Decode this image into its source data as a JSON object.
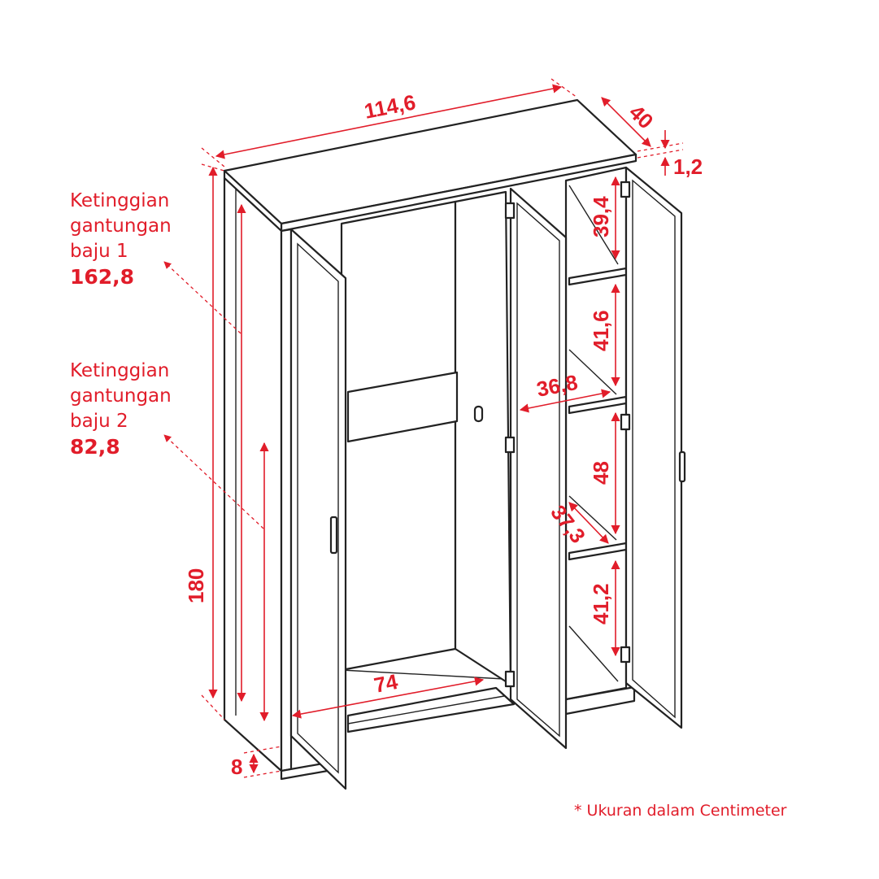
{
  "annotations": {
    "hanging_height_1": {
      "line1": "Ketinggian",
      "line2": "gantungan",
      "line3": "baju 1",
      "value": "162,8"
    },
    "hanging_height_2": {
      "line1": "Ketinggian",
      "line2": "gantungan",
      "line3": "baju 2",
      "value": "82,8"
    }
  },
  "dimensions": {
    "width": "114,6",
    "depth": "40",
    "top_thickness": "1,2",
    "height": "180",
    "plinth": "8",
    "shelf_1": "39,4",
    "shelf_2": "41,6",
    "shelf_width": "36,8",
    "shelf_3": "48",
    "shelf_depth": "37,3",
    "shelf_4": "41,2",
    "hanging_width": "74"
  },
  "footnote": "* Ukuran dalam Centimeter",
  "colors": {
    "annotation": "#e11d2a",
    "line": "#222222"
  }
}
